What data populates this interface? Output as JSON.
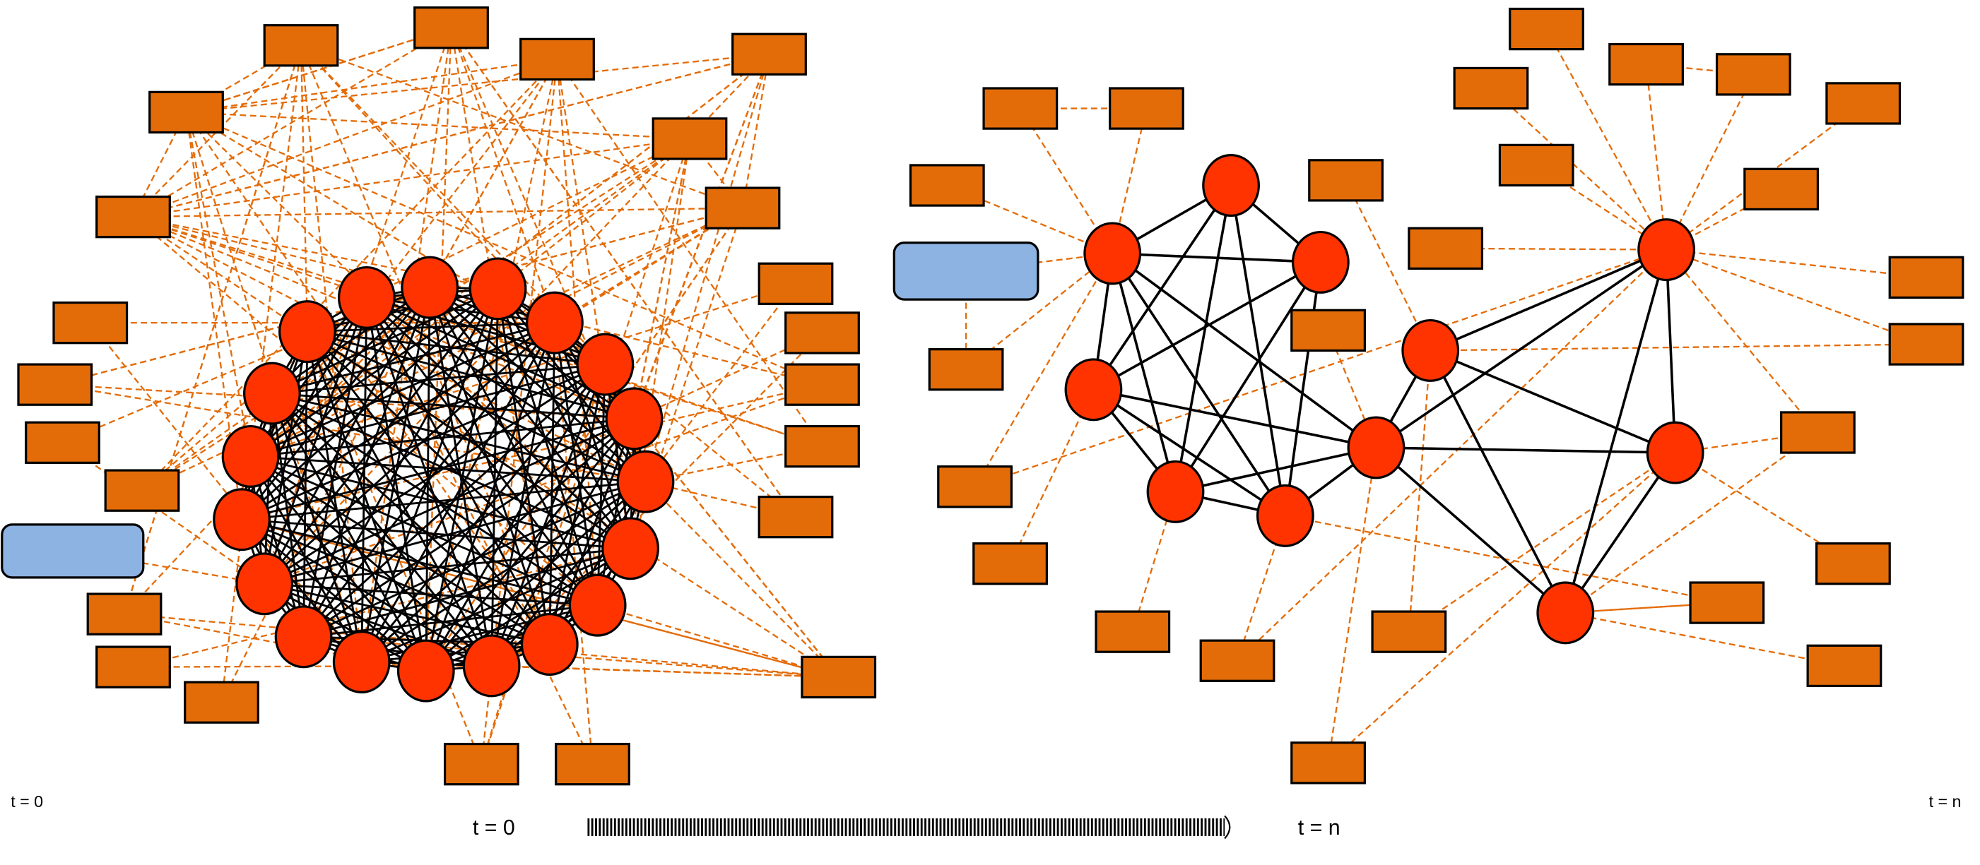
{
  "timeline": {
    "start_label": "t = 0",
    "end_label": "t = n"
  },
  "colors": {
    "agent_node": "#ff3300",
    "resource_node": "#e36c09",
    "special_node": "#8db3e2",
    "dashed_edge": "#e36c09",
    "solid_edge": "#000000"
  },
  "panels": [
    {
      "name": "network-initial-state",
      "legend": "t = 0"
    },
    {
      "name": "network-final-state",
      "legend": "t = n"
    }
  ]
}
